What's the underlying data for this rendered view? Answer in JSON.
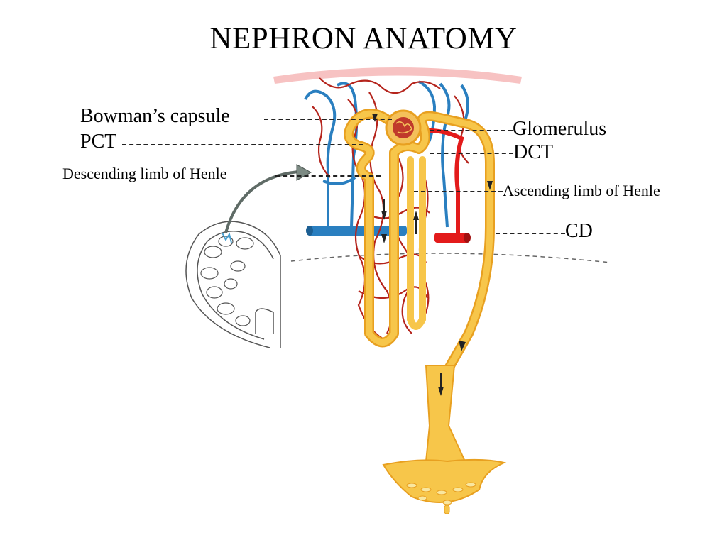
{
  "title": "NEPHRON ANATOMY",
  "labels": {
    "bowmans_capsule": "Bowman’s capsule",
    "pct": "PCT",
    "descending_limb": "Descending limb of Henle",
    "glomerulus": "Glomerulus",
    "dct": "DCT",
    "ascending_limb": "Ascending limb of Henle",
    "cd": "CD"
  },
  "colors": {
    "tubule": "#f7c64a",
    "tubule_edge": "#e8a020",
    "artery": "#e31b1b",
    "capillary": "#b5241c",
    "vein": "#2a7fc0",
    "kidney_outline": "#555555",
    "cortex_band": "#f5a9a9"
  }
}
